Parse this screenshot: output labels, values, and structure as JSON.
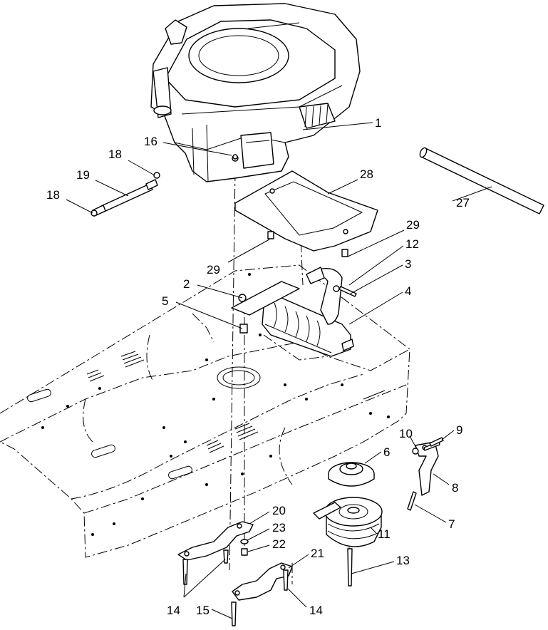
{
  "callouts": [
    {
      "id": "1",
      "text": "1"
    },
    {
      "id": "2",
      "text": "2"
    },
    {
      "id": "3",
      "text": "3"
    },
    {
      "id": "4",
      "text": "4"
    },
    {
      "id": "5",
      "text": "5"
    },
    {
      "id": "6",
      "text": "6"
    },
    {
      "id": "7",
      "text": "7"
    },
    {
      "id": "8",
      "text": "8"
    },
    {
      "id": "9",
      "text": "9"
    },
    {
      "id": "10",
      "text": "10"
    },
    {
      "id": "11",
      "text": "11"
    },
    {
      "id": "12",
      "text": "12"
    },
    {
      "id": "13",
      "text": "13"
    },
    {
      "id": "14a",
      "text": "14"
    },
    {
      "id": "14b",
      "text": "14"
    },
    {
      "id": "15",
      "text": "15"
    },
    {
      "id": "16",
      "text": "16"
    },
    {
      "id": "18a",
      "text": "18"
    },
    {
      "id": "18b",
      "text": "18"
    },
    {
      "id": "19",
      "text": "19"
    },
    {
      "id": "20",
      "text": "20"
    },
    {
      "id": "21",
      "text": "21"
    },
    {
      "id": "22",
      "text": "22"
    },
    {
      "id": "23",
      "text": "23"
    },
    {
      "id": "27",
      "text": "27"
    },
    {
      "id": "28",
      "text": "28"
    },
    {
      "id": "29a",
      "text": "29"
    },
    {
      "id": "29b",
      "text": "29"
    }
  ]
}
